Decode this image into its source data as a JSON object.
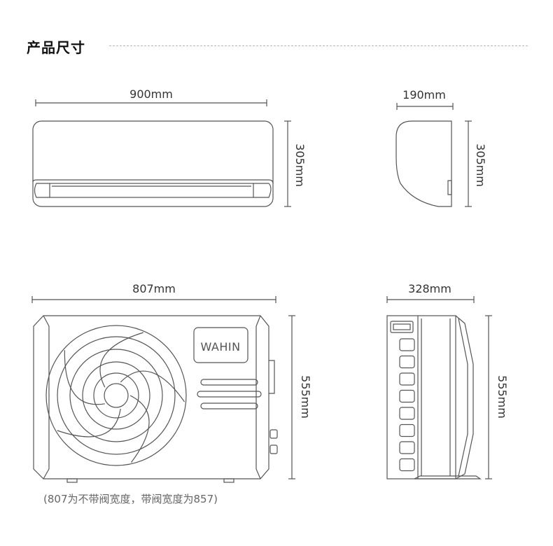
{
  "title": "产品尺寸",
  "indoor_front": {
    "width_label": "900mm",
    "height_label": "305mm"
  },
  "indoor_side": {
    "depth_label": "190mm",
    "height_label": "305mm"
  },
  "outdoor_front": {
    "width_label": "807mm",
    "height_label": "555mm",
    "logo": "WAHIN"
  },
  "outdoor_side": {
    "depth_label": "328mm",
    "height_label": "555mm"
  },
  "note": "(807为不带阀宽度，带阀宽度为857)",
  "colors": {
    "line": "#555555",
    "text": "#333333",
    "title": "#111111"
  }
}
